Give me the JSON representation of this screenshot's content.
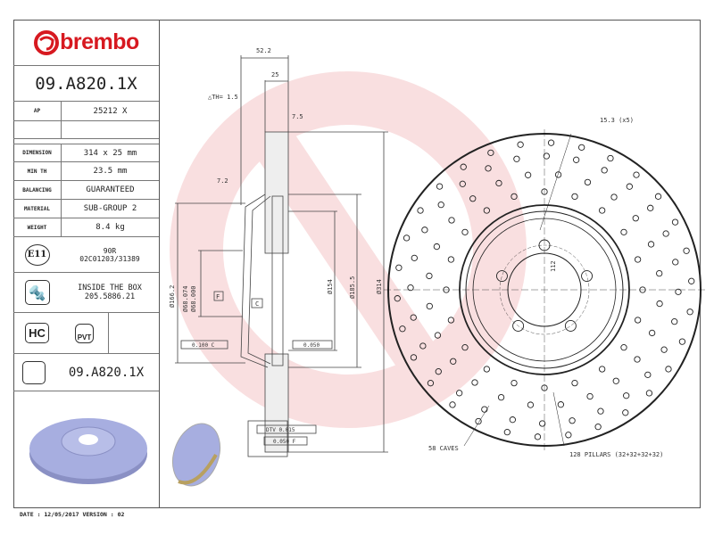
{
  "brand": "brembo",
  "part_number": "09.A820.1X",
  "specs": {
    "ap_label": "AP",
    "ap_value": "25212 X",
    "dimension_label": "DIMENSION",
    "dimension_value": "314 x 25 mm",
    "min_th_label": "MIN TH",
    "min_th_value": "23.5 mm",
    "balancing_label": "BALANCING",
    "balancing_value": "GUARANTEED",
    "material_label": "MATERIAL",
    "material_value": "SUB-GROUP 2",
    "weight_label": "WEIGHT",
    "weight_value": "8.4 kg"
  },
  "approval": {
    "icon_text": "E11",
    "line1": "90R",
    "line2": "02C01203/31389"
  },
  "screw": {
    "line1": "INSIDE THE BOX",
    "line2": "205.5886.21"
  },
  "badges": {
    "hc": "HC",
    "pvt": "PVT"
  },
  "bottom_part_number": "09.A820.1X",
  "drawing": {
    "d_52": "52.2",
    "d_25": "25",
    "dth": "△TH= 1.5",
    "d_75": "7.5",
    "d_72": "7.2",
    "dia_1662": "Ø166.2",
    "dia_68a": "Ø68.074",
    "dia_68b": "Ø68.000",
    "dia_154": "Ø154",
    "dia_1855": "Ø185.5",
    "dia_314": "Ø314",
    "datum_f": "F",
    "datum_c": "C",
    "tol1": "0.100 C",
    "tol2": "0.050",
    "dtv": "DTV 0.015",
    "runout": "0.050 F",
    "holes": "15.3 (x5)",
    "pcd": "112",
    "caves": "58 CAVES",
    "pillars": "128 PILLARS (32+32+32+32)"
  },
  "footer": "DATE : 12/05/2017 VERSION : 02",
  "colors": {
    "brand_red": "#d71920",
    "render_blue": "#a7aee0",
    "watermark": "#f7d5d7"
  }
}
